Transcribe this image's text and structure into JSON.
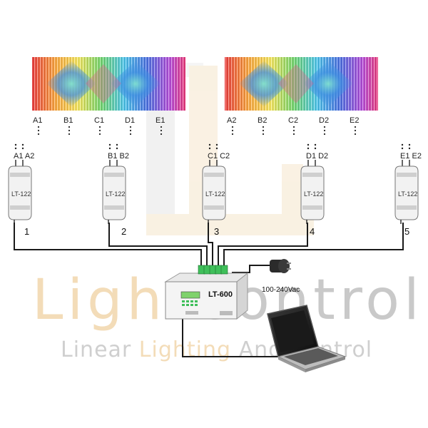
{
  "watermark": {
    "main": "LightControl",
    "main_left": "Light",
    "main_right": "Control",
    "tagline": "Linear Lighting And Control",
    "tagline_a": "Linear ",
    "tagline_b": "Lighting",
    "tagline_c": " And Control"
  },
  "panels": [
    {
      "channels": [
        "A1",
        "B1",
        "C1",
        "D1",
        "E1"
      ]
    },
    {
      "channels": [
        "A2",
        "B2",
        "C2",
        "D2",
        "E2"
      ]
    }
  ],
  "drivers": [
    {
      "model": "LT-122",
      "inputs": "A1 A2",
      "number": "1"
    },
    {
      "model": "LT-122",
      "inputs": "B1 B2",
      "number": "2"
    },
    {
      "model": "LT-122",
      "inputs": "C1 C2",
      "number": "3"
    },
    {
      "model": "LT-122",
      "inputs": "D1 D2",
      "number": "4"
    },
    {
      "model": "LT-122",
      "inputs": "E1 E2",
      "number": "5"
    }
  ],
  "controller": {
    "model": "LT-600"
  },
  "power_supply": {
    "voltage": "100-240Vac"
  },
  "colors": {
    "wire": "#1a1a1a",
    "watermark_gray": "#c9c9c9",
    "watermark_amber": "#f3dcb8",
    "device_body": "#f2f2f2",
    "terminal_green": "#3fbf5a",
    "laptop_dark": "#2b2b2b"
  }
}
